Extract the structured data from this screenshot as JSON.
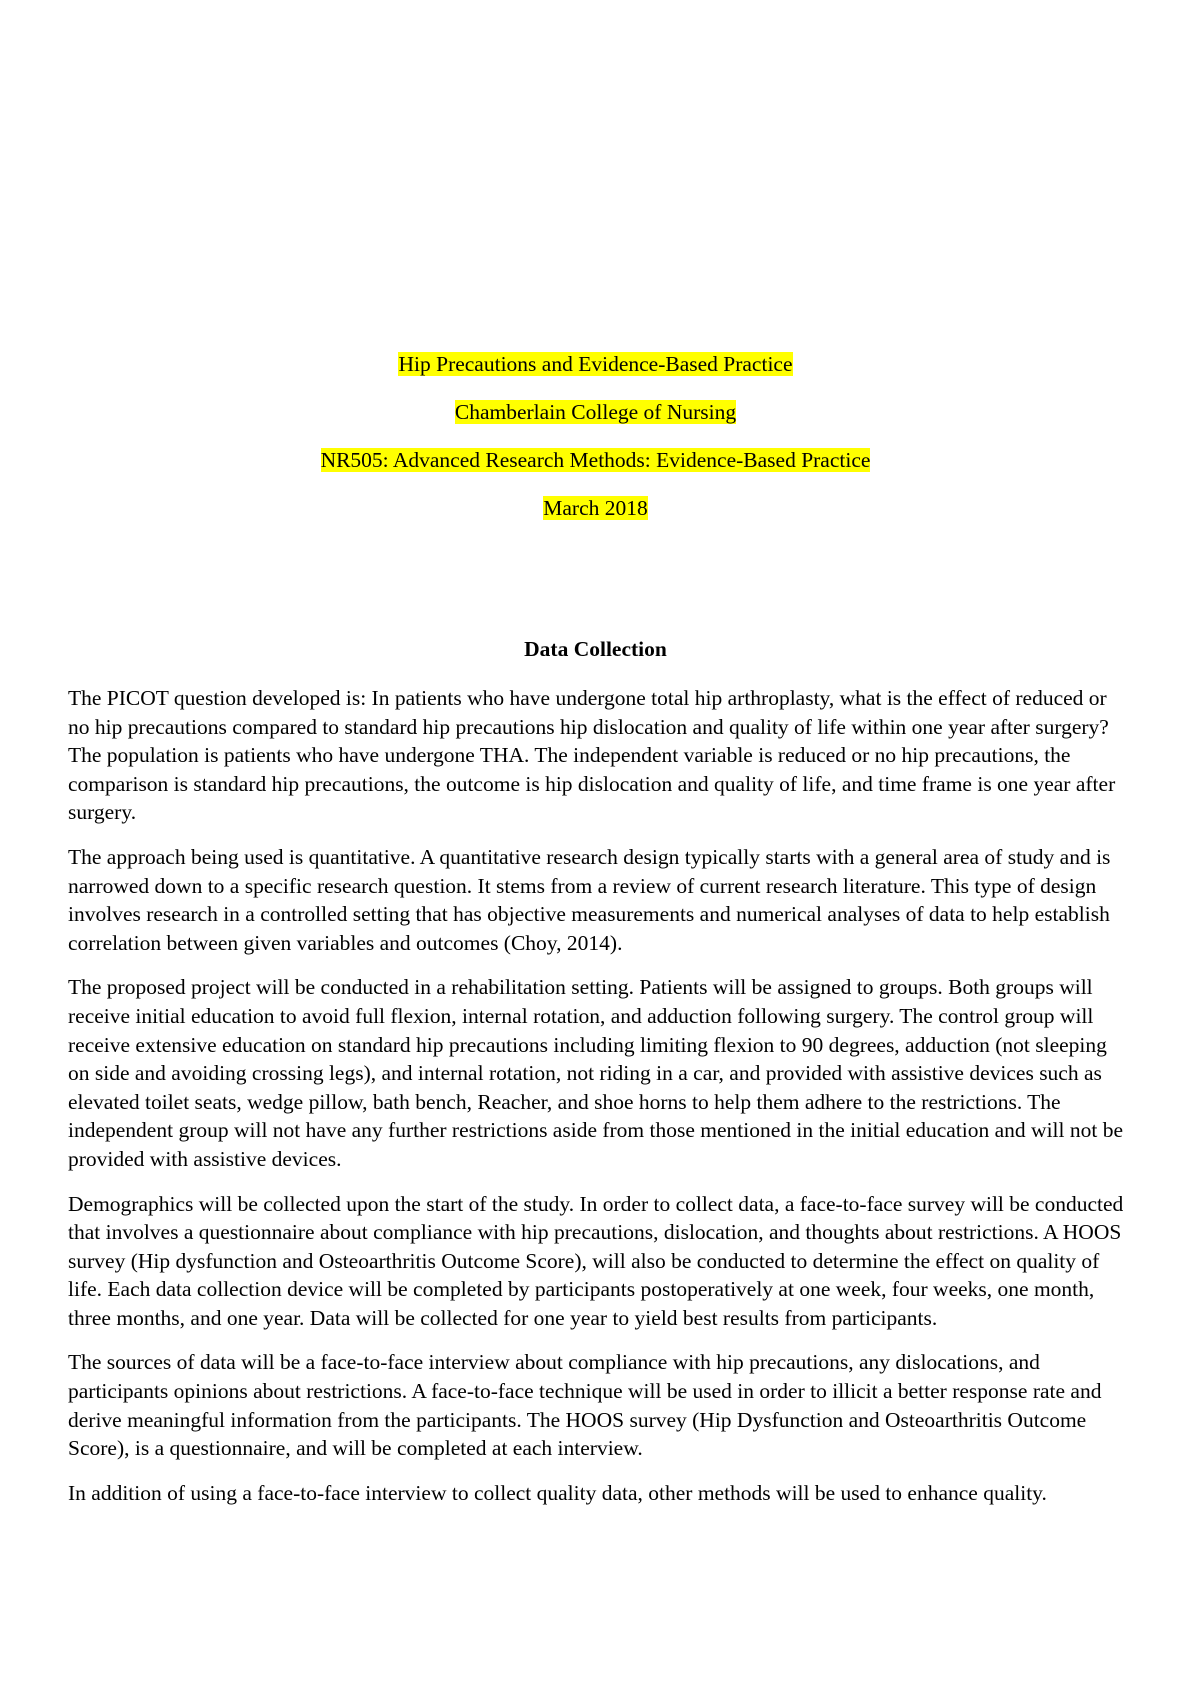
{
  "title_page": {
    "line1": "Hip Precautions and Evidence-Based Practice",
    "line2": "Chamberlain College of Nursing",
    "line3": "NR505: Advanced Research Methods: Evidence-Based Practice",
    "line4": "March 2018"
  },
  "section": {
    "heading": "Data Collection",
    "paragraphs": [
      "The PICOT question developed is: In patients who have undergone total hip arthroplasty, what is the effect of reduced or no hip precautions compared to standard hip precautions hip dislocation and quality of life within one year after surgery? The population is patients who have undergone THA. The independent variable is reduced or no hip precautions, the comparison is standard hip precautions, the outcome is hip dislocation and quality of life, and time frame is one year after surgery.",
      "The approach being used is quantitative. A quantitative research design typically starts with a general area of study and is narrowed down to a specific research question. It stems from a review of current research literature. This type of design involves research in a controlled setting that has objective measurements and numerical analyses of data to help establish correlation between given variables and outcomes (Choy, 2014).",
      "The proposed project will be conducted in a rehabilitation setting. Patients will be assigned to groups. Both groups will receive initial education to avoid full flexion, internal rotation, and adduction following surgery. The control group will receive extensive education on standard hip precautions including limiting flexion to 90 degrees, adduction (not sleeping on side and avoiding crossing legs), and internal rotation, not riding in a car, and provided with assistive devices such as elevated toilet seats, wedge pillow, bath bench, Reacher, and shoe horns to help them adhere to the restrictions. The independent group will not have any further restrictions aside from those mentioned in the initial education and will not be provided with assistive devices.",
      "Demographics will be collected upon the start of the study. In order to collect data, a face-to-face survey will be conducted that involves a questionnaire about compliance with hip precautions, dislocation, and thoughts about restrictions. A HOOS survey (Hip dysfunction and Osteoarthritis Outcome Score), will also be conducted to determine the effect on quality of life. Each data collection device will be completed by participants postoperatively at one week, four weeks, one month, three months, and one year. Data will be collected for one year to yield best results from participants.",
      "The sources of data will be a face-to-face interview about compliance with hip precautions, any dislocations, and participants opinions about restrictions. A face-to-face technique will be used in order to illicit a better response rate and derive meaningful information from the participants. The HOOS survey (Hip Dysfunction and Osteoarthritis Outcome Score), is a questionnaire, and will be completed at each interview.",
      "In addition of using a face-to-face interview to collect quality data, other methods will be used to enhance quality."
    ]
  },
  "colors": {
    "highlight": "#ffff00",
    "text": "#000000",
    "background": "#ffffff"
  }
}
